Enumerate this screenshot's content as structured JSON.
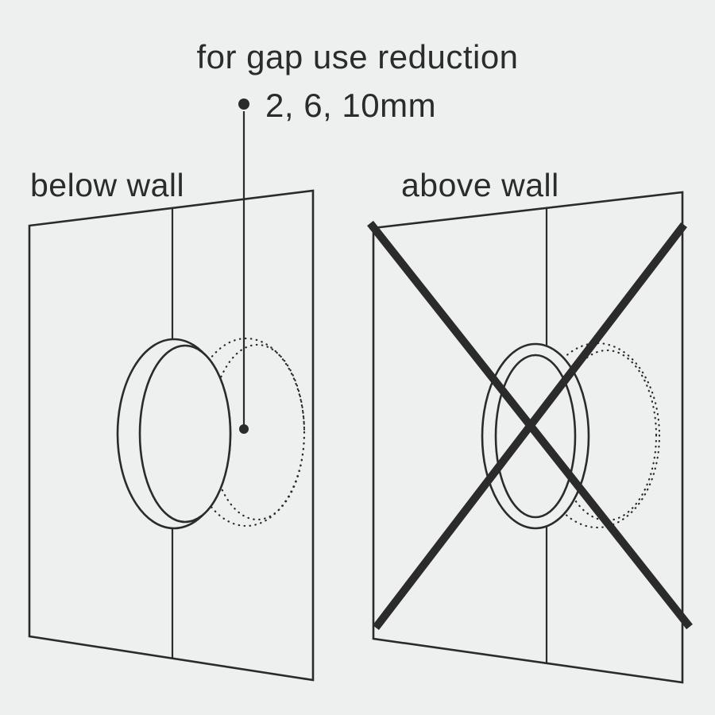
{
  "figure": {
    "bg_color": "#edf0ee",
    "ink_color": "#2b2b2b"
  },
  "annotation": {
    "line1": "for gap use reduction",
    "line2": "2, 6, 10mm"
  },
  "left_panel": {
    "label": "below wall",
    "status": "correct"
  },
  "right_panel": {
    "label": "above wall",
    "status": "prohibited"
  }
}
